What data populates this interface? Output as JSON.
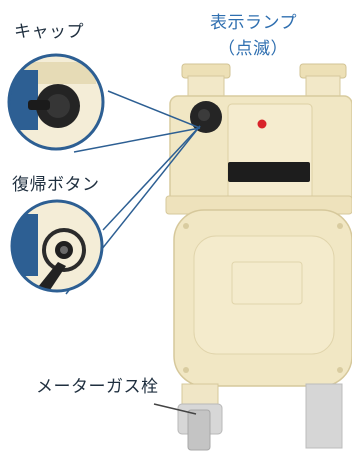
{
  "labels": {
    "cap": "キャップ",
    "lamp_line1": "表示ランプ",
    "lamp_line2": "（点滅）",
    "reset_button": "復帰ボタン",
    "meter_gas_valve": "メーターガス栓"
  },
  "colors": {
    "label_text": "#1f2f3f",
    "lamp_label": "#2f6fb0",
    "meter_body": "#f1e7c4",
    "meter_edge": "#d8cb9e",
    "callout_ring": "#2d5f93",
    "indicator_lamp": "#d8232a",
    "display_window": "#1d1d1d"
  }
}
